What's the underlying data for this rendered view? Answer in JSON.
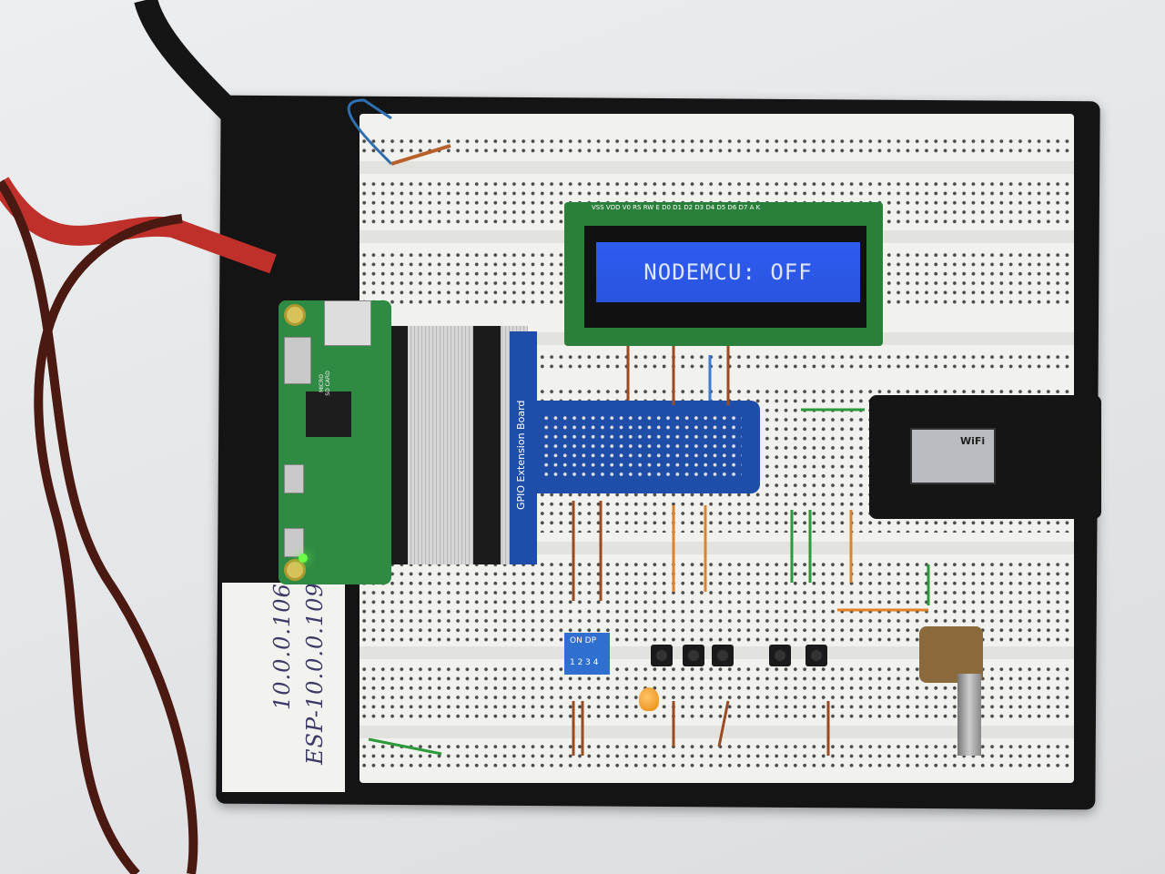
{
  "scene": {
    "lcd_text": "NODEMCU: OFF",
    "lcd_pin_labels": "VSS VDD V0 RS RW E D0 D1 D2 D3 D4 D5 D6 D7 A K",
    "extension_board_label": "GPIO Extension Board",
    "handwritten_notes": [
      "10.0.0.106",
      "ESP-10.0.0.109"
    ],
    "dip_switch_label": "ON DP",
    "dip_switch_numbers": "1 2 3 4",
    "wifi_module_label": "WiFi",
    "sd_label": "MICRO SD CARD"
  },
  "colors": {
    "lcd_backlight": "#2e5cf0",
    "pcb_green": "#2a7f3a",
    "gpio_board_blue": "#1f4ea8",
    "breadboard": "#f1f1ee",
    "baseboard": "#141414",
    "power_cable": "#4a1a12",
    "red_lead": "#c0302a"
  }
}
